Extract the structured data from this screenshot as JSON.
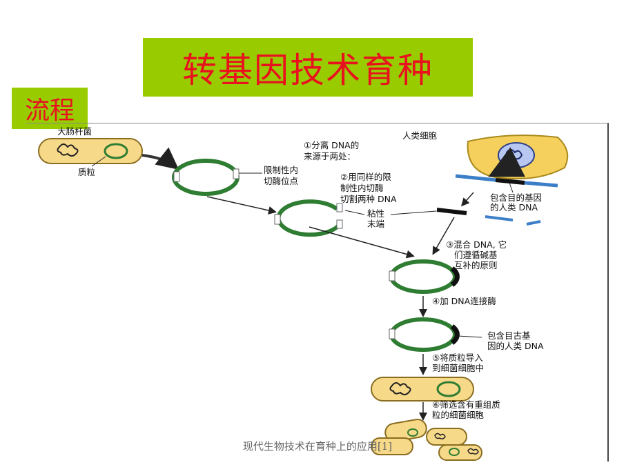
{
  "title": "转基因技术育种",
  "section": "流程",
  "footer": "现代生物技术在育种上的应用[1]",
  "labels": {
    "ecoli": "大肠杆菌",
    "plasmid": "质粒",
    "human_cell": "人类细胞",
    "step1_line1": "①分离 DNA的",
    "step1_line2": "来源于两处：",
    "restriction_line1": "限制性内",
    "restriction_line2": "切酶位点",
    "step2_line1": "②用同样的限",
    "step2_line2": "制性内切酶",
    "step2_line3": "切割两种 DNA",
    "target_gene_line1": "包含目的基因",
    "target_gene_line2": "的人类 DNA",
    "sticky_line1": "粘性",
    "sticky_line2": "末端",
    "step3_line1": "③混合 DNA, 它",
    "step3_line2": "们遵循碱基",
    "step3_line3": "互补的原则",
    "step4": "④加 DNA连接酶",
    "recomb_line1": "包含目古基",
    "recomb_line2": "因的人类 DNA",
    "step5_line1": "⑤将质粒导入",
    "step5_line2": "到细菌细胞中",
    "step6_line1": "⑥筛选含有重组质",
    "step6_line2": "粒的细菌细胞"
  },
  "colors": {
    "title_bg": "#99cc00",
    "title_text": "#e8121f",
    "plasmid": "#2e7d32",
    "bacteria_fill": "#f7d98a",
    "human_dna": "#3c7fc8",
    "human_cell": "#f6d05c"
  }
}
